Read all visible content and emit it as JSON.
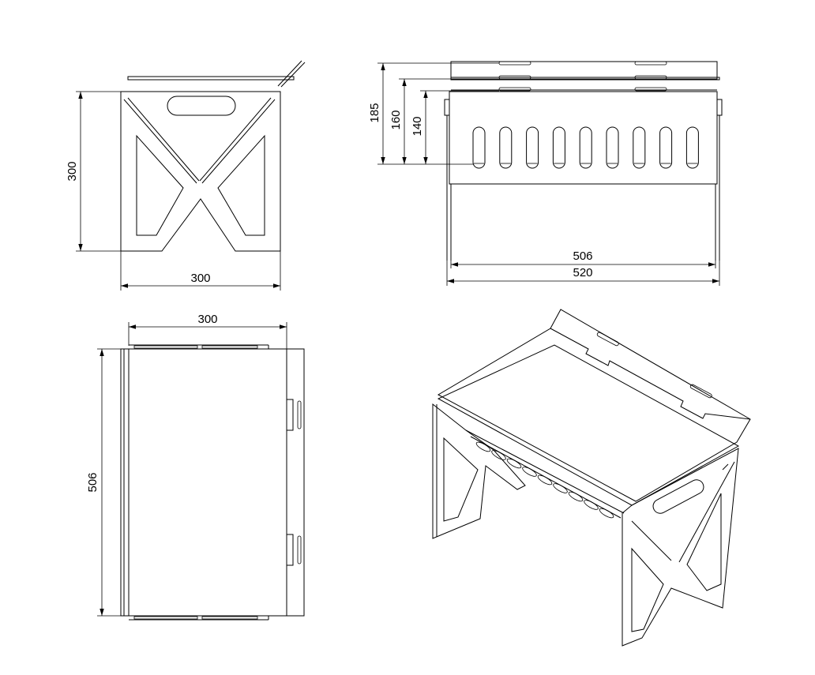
{
  "drawing": {
    "views": {
      "side_view": {
        "height_label": "300",
        "width_label": "300"
      },
      "front_view": {
        "dim_185_label": "185",
        "dim_160_label": "160",
        "dim_140_label": "140",
        "inner_width_label": "506",
        "outer_width_label": "520",
        "slot_count": 9
      },
      "top_view": {
        "width_label": "300",
        "length_label": "506"
      },
      "isometric_view": {}
    },
    "colors": {
      "line": "#000000",
      "background": "#ffffff"
    }
  }
}
